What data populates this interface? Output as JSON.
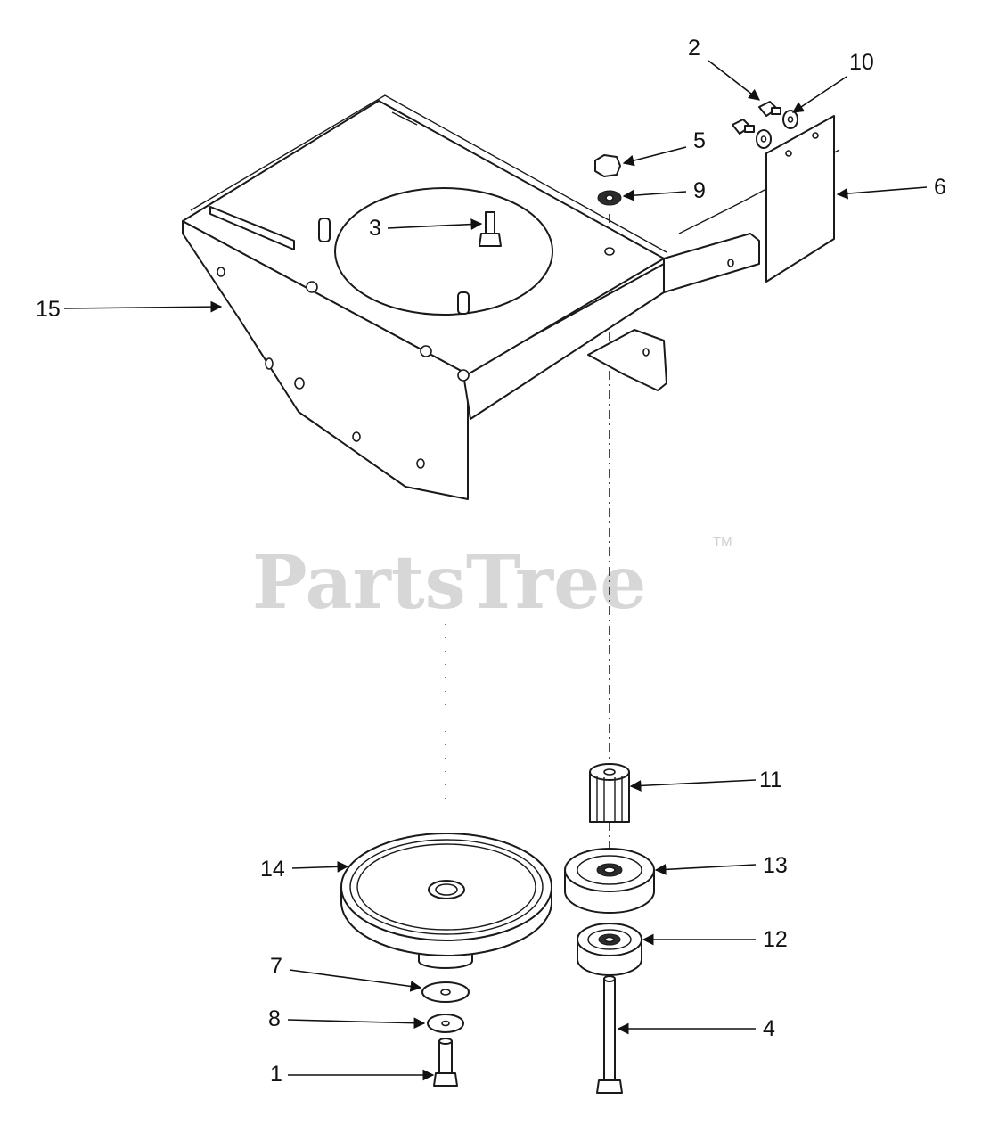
{
  "diagram": {
    "watermark": "PartsTree",
    "trademark": "TM",
    "callouts": [
      "1",
      "2",
      "3",
      "4",
      "5",
      "6",
      "7",
      "8",
      "9",
      "10",
      "11",
      "12",
      "13",
      "14",
      "15"
    ]
  }
}
